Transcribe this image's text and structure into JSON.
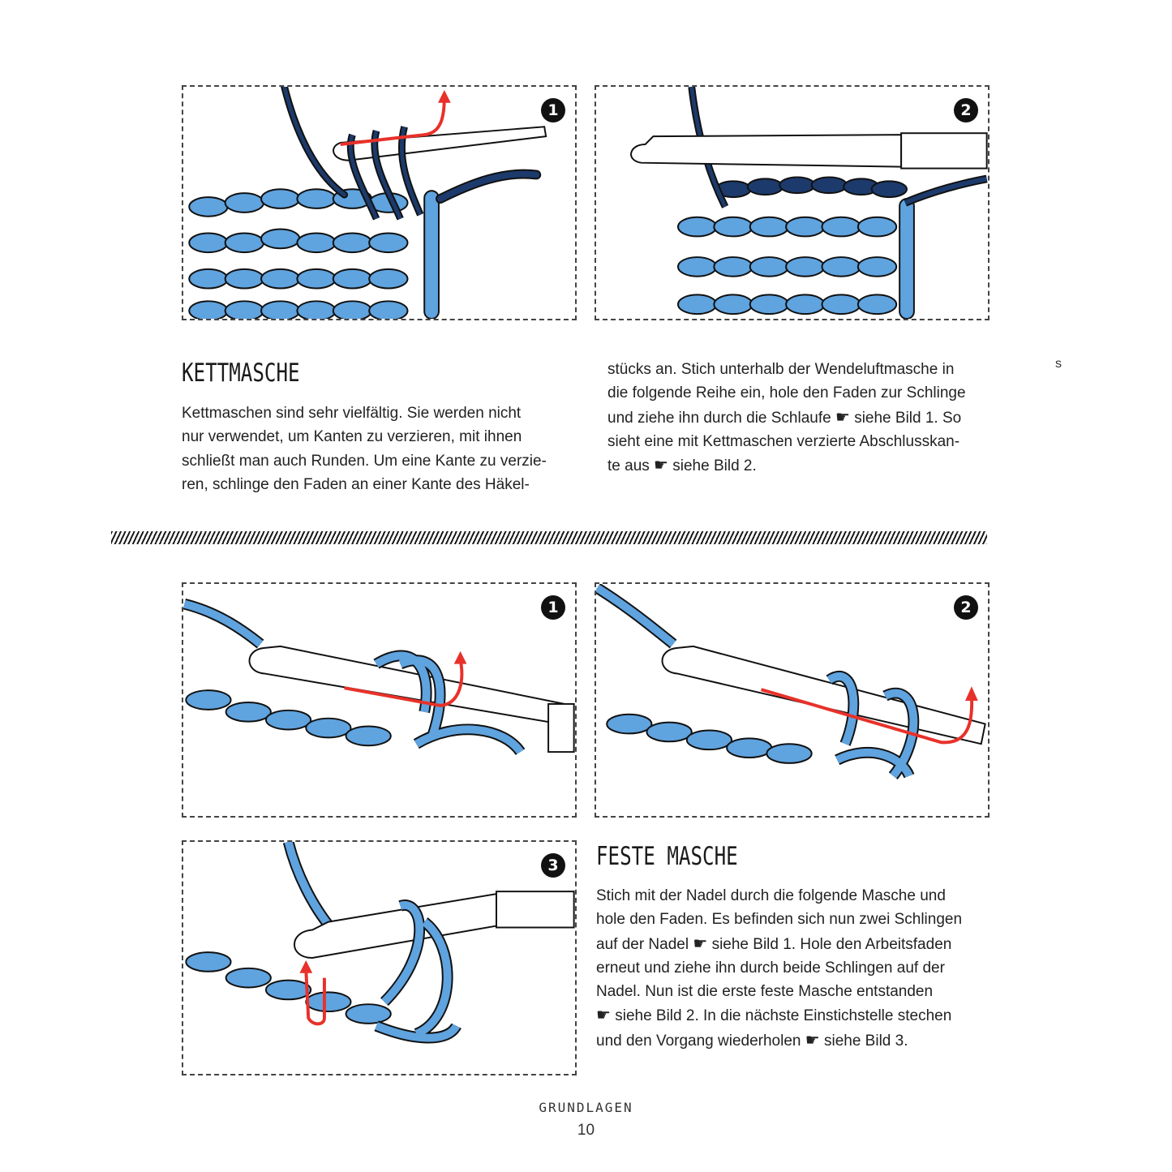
{
  "figures": {
    "top1_badge": "1",
    "top2_badge": "2",
    "bot1_badge": "1",
    "bot2_badge": "2",
    "bot3_badge": "3"
  },
  "kettmasche": {
    "heading": "KETTMASCHE",
    "col1": [
      "Kettmaschen sind sehr vielfältig. Sie werden nicht",
      "nur verwendet, um Kanten zu verzieren, mit ihnen",
      "schließt man auch Runden. Um eine Kante zu verzie-",
      "ren, schlinge den Faden an einer Kante des Häkel-"
    ],
    "col2_l1": "stücks an. Stich unterhalb der Wendeluftmasche in",
    "col2_l2": "die folgende Reihe ein, hole den Faden zur Schlinge",
    "col2_l3a": "und ziehe ihn durch die Schlaufe ",
    "col2_l3b": " siehe Bild 1. So",
    "col2_l4": "sieht eine mit Kettmaschen verzierte Abschlusskan-",
    "col2_l5a": "te aus ",
    "col2_l5b": " siehe Bild 2."
  },
  "feste_masche": {
    "heading": "FESTE MASCHE",
    "l1": "Stich mit der Nadel durch die folgende Masche und",
    "l2": "hole den Faden. Es befinden sich nun zwei Schlingen",
    "l3a": "auf der Nadel ",
    "l3b": " siehe Bild 1. Hole den Arbeitsfaden",
    "l4": "erneut und ziehe ihn durch beide Schlingen auf der",
    "l5": "Nadel. Nun ist die erste feste Masche entstanden",
    "l6b": " siehe Bild 2. In die nächste Einstichstelle stechen",
    "l7a": "und den Vorgang wiederholen ",
    "l7b": " siehe Bild 3."
  },
  "stray_mark": "s",
  "footer": {
    "section": "GRUNDLAGEN",
    "page": "10"
  },
  "colors": {
    "light_yarn": "#5fa3df",
    "dark_yarn": "#1c3a6b",
    "arrow": "#e8312a",
    "outline": "#111111"
  },
  "icons": {
    "pointer": "pointing-hand-icon"
  }
}
